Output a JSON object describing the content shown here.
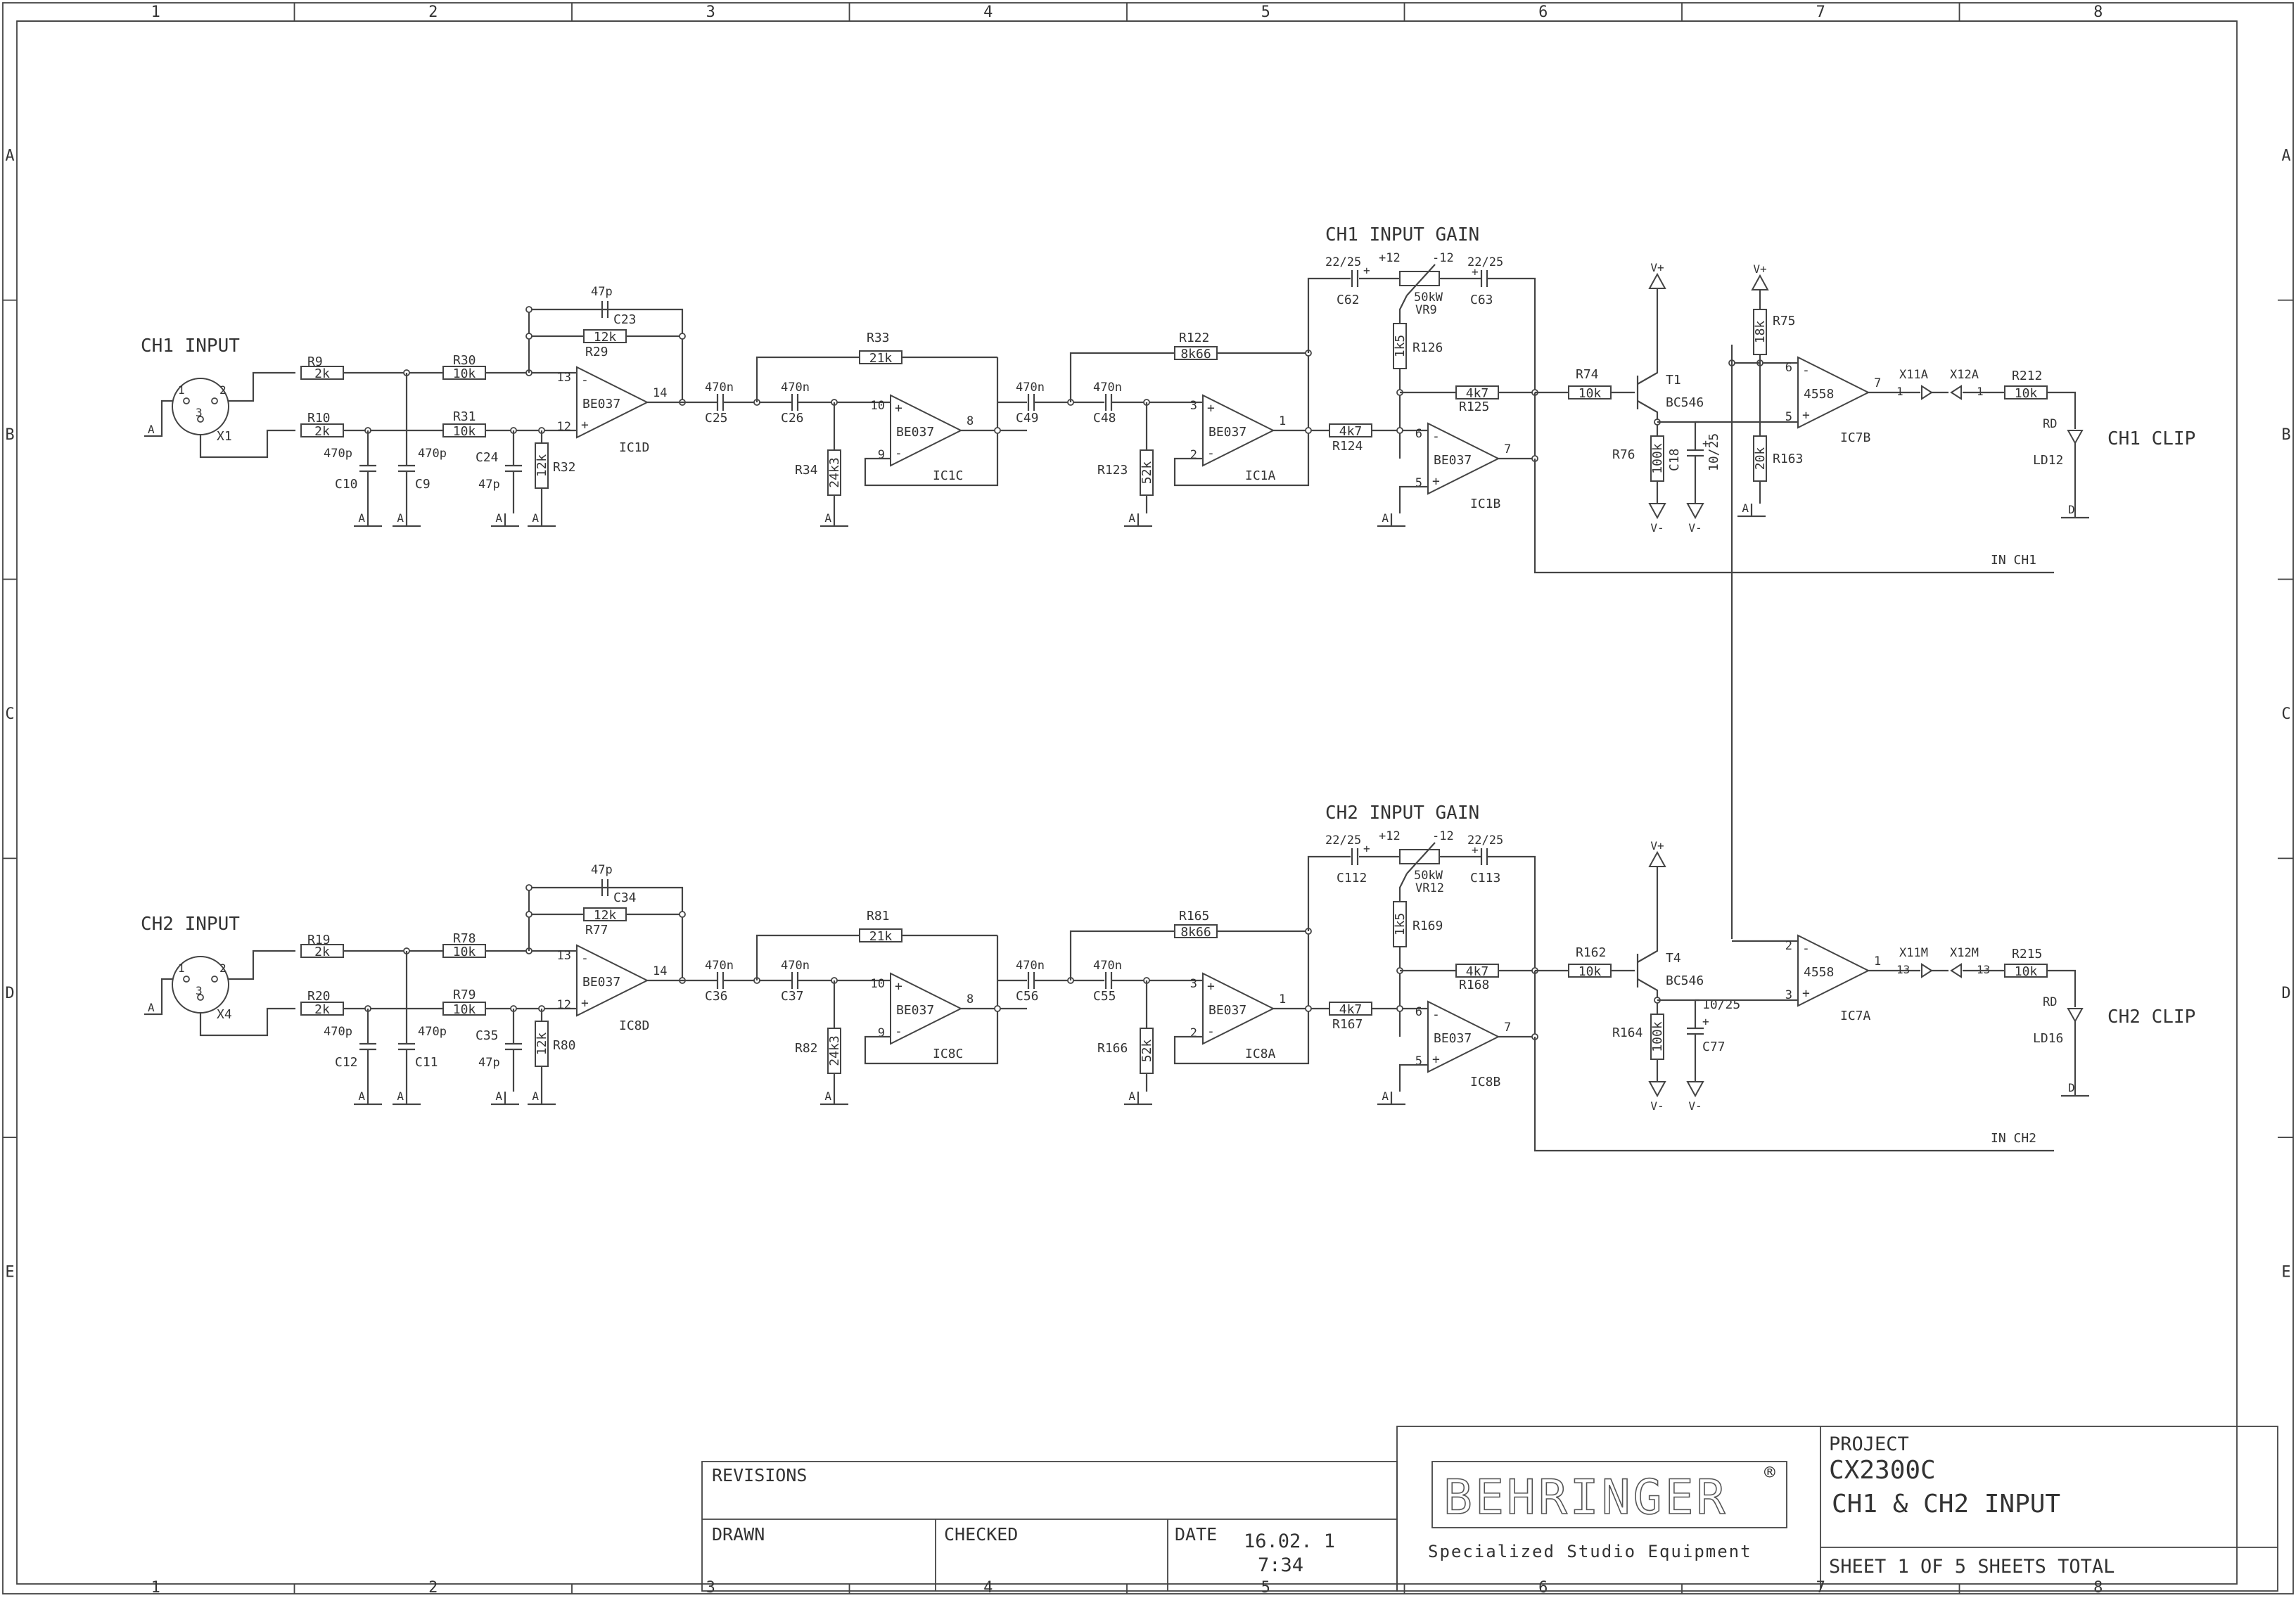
{
  "frame": {
    "columns": [
      "1",
      "2",
      "3",
      "4",
      "5",
      "6",
      "7",
      "8"
    ],
    "rows": [
      "A",
      "B",
      "C",
      "D",
      "E"
    ]
  },
  "title_block": {
    "revisions_label": "REVISIONS",
    "drawn_label": "DRAWN",
    "checked_label": "CHECKED",
    "date_label": "DATE",
    "date_value": "16.02. 1",
    "time_value": "7:34",
    "logo_text": "BEHRINGER",
    "registered_mark": "®",
    "tagline": "Specialized Studio Equipment",
    "project_label": "PROJECT",
    "project_name": "CX2300C",
    "sheet_title": "CH1 & CH2 INPUT",
    "sheet_info": "SHEET 1   OF 5   SHEETS TOTAL"
  },
  "ch1": {
    "section_label": "CH1 INPUT GAIN",
    "input_label": "CH1 INPUT",
    "connector": "X1",
    "in_net": "IN CH1",
    "clip_label": "CH1 CLIP",
    "led": "LD12",
    "led_color": "RD",
    "r_in_a": {
      "ref": "R9",
      "val": "2k"
    },
    "r_in_b": {
      "ref": "R10",
      "val": "2k"
    },
    "c_in_a": {
      "ref": "C10",
      "val": "470p"
    },
    "c_in_b": {
      "ref": "C9",
      "val": "470p"
    },
    "r_s_a": {
      "ref": "R30",
      "val": "10k"
    },
    "r_s_b": {
      "ref": "R31",
      "val": "10k"
    },
    "c_s": {
      "ref": "C24",
      "val": "47p"
    },
    "r_gnd": {
      "ref": "R32",
      "val": "12k"
    },
    "r_fb": {
      "ref": "R29",
      "val": "12k"
    },
    "c_fb": {
      "ref": "C23",
      "val": "47p"
    },
    "op1": {
      "ref": "IC1D",
      "type": "BE037",
      "pin_neg": "13",
      "pin_pos": "12",
      "pin_out": "14"
    },
    "c_cpl1": {
      "ref": "C25",
      "val": "470n"
    },
    "c_cpl2": {
      "ref": "C26",
      "val": "470n"
    },
    "r_hp1": {
      "ref": "R34",
      "val": "24k3"
    },
    "r_fb2": {
      "ref": "R33",
      "val": "21k"
    },
    "op2": {
      "ref": "IC1C",
      "type": "BE037",
      "pin_pos": "10",
      "pin_neg": "9",
      "pin_out": "8"
    },
    "c_cpl3": {
      "ref": "C49",
      "val": "470n"
    },
    "c_cpl4": {
      "ref": "C48",
      "val": "470n"
    },
    "r_hp2": {
      "ref": "R123",
      "val": "52k"
    },
    "r_fb3": {
      "ref": "R122",
      "val": "8k66"
    },
    "op3": {
      "ref": "IC1A",
      "type": "BE037",
      "pin_pos": "3",
      "pin_neg": "2",
      "pin_out": "1"
    },
    "r_ser": {
      "ref": "R124",
      "val": "4k7"
    },
    "c_gain_a": {
      "ref": "C62",
      "val": "22/25"
    },
    "c_gain_b": {
      "ref": "C63",
      "val": "22/25"
    },
    "pot": {
      "ref": "VR9",
      "val": "50kW",
      "plus": "+12",
      "minus": "-12"
    },
    "r_pot": {
      "ref": "R126",
      "val": "1k5"
    },
    "r_fb4": {
      "ref": "R125",
      "val": "4k7"
    },
    "op4": {
      "ref": "IC1B",
      "type": "BE037",
      "pin_pos": "5",
      "pin_neg": "6",
      "pin_out": "7"
    },
    "r_base": {
      "ref": "R74",
      "val": "10k"
    },
    "transistor": {
      "ref": "T1",
      "type": "BC546"
    },
    "r_em": {
      "ref": "R76",
      "val": "100k"
    },
    "c_em": {
      "ref": "C18",
      "val": "10/25"
    },
    "r_up": {
      "ref": "R75",
      "val": "18k"
    },
    "r_dn": {
      "ref": "R163",
      "val": "20k"
    },
    "comp": {
      "ref": "IC7B",
      "type": "4558",
      "pin_neg": "6",
      "pin_pos": "5",
      "pin_out": "7"
    },
    "conn_a": {
      "ref": "X11A",
      "pin": "1"
    },
    "conn_b": {
      "ref": "X12A",
      "pin": "1"
    },
    "r_led": {
      "ref": "R212",
      "val": "10k"
    }
  },
  "ch2": {
    "section_label": "CH2 INPUT GAIN",
    "input_label": "CH2 INPUT",
    "connector": "X4",
    "in_net": "IN CH2",
    "clip_label": "CH2 CLIP",
    "led": "LD16",
    "led_color": "RD",
    "r_in_a": {
      "ref": "R19",
      "val": "2k"
    },
    "r_in_b": {
      "ref": "R20",
      "val": "2k"
    },
    "c_in_a": {
      "ref": "C12",
      "val": "470p"
    },
    "c_in_b": {
      "ref": "C11",
      "val": "470p"
    },
    "r_s_a": {
      "ref": "R78",
      "val": "10k"
    },
    "r_s_b": {
      "ref": "R79",
      "val": "10k"
    },
    "c_s": {
      "ref": "C35",
      "val": "47p"
    },
    "r_gnd": {
      "ref": "R80",
      "val": "12k"
    },
    "r_fb": {
      "ref": "R77",
      "val": "12k"
    },
    "c_fb": {
      "ref": "C34",
      "val": "47p"
    },
    "op1": {
      "ref": "IC8D",
      "type": "BE037",
      "pin_neg": "13",
      "pin_pos": "12",
      "pin_out": "14"
    },
    "c_cpl1": {
      "ref": "C36",
      "val": "470n"
    },
    "c_cpl2": {
      "ref": "C37",
      "val": "470n"
    },
    "r_hp1": {
      "ref": "R82",
      "val": "24k3"
    },
    "r_fb2": {
      "ref": "R81",
      "val": "21k"
    },
    "op2": {
      "ref": "IC8C",
      "type": "BE037",
      "pin_pos": "10",
      "pin_neg": "9",
      "pin_out": "8"
    },
    "c_cpl3": {
      "ref": "C56",
      "val": "470n"
    },
    "c_cpl4": {
      "ref": "C55",
      "val": "470n"
    },
    "r_hp2": {
      "ref": "R166",
      "val": "52k"
    },
    "r_fb3": {
      "ref": "R165",
      "val": "8k66"
    },
    "op3": {
      "ref": "IC8A",
      "type": "BE037",
      "pin_pos": "3",
      "pin_neg": "2",
      "pin_out": "1"
    },
    "r_ser": {
      "ref": "R167",
      "val": "4k7"
    },
    "c_gain_a": {
      "ref": "C112",
      "val": "22/25"
    },
    "c_gain_b": {
      "ref": "C113",
      "val": "22/25"
    },
    "pot": {
      "ref": "VR12",
      "val": "50kW",
      "plus": "+12",
      "minus": "-12"
    },
    "r_pot": {
      "ref": "R169",
      "val": "1k5"
    },
    "r_fb4": {
      "ref": "R168",
      "val": "4k7"
    },
    "op4": {
      "ref": "IC8B",
      "type": "BE037",
      "pin_pos": "5",
      "pin_neg": "6",
      "pin_out": "7"
    },
    "r_base": {
      "ref": "R162",
      "val": "10k"
    },
    "transistor": {
      "ref": "T4",
      "type": "BC546"
    },
    "r_em": {
      "ref": "R164",
      "val": "100k"
    },
    "c_em": {
      "ref": "C77",
      "val": "10/25"
    },
    "comp": {
      "ref": "IC7A",
      "type": "4558",
      "pin_neg": "2",
      "pin_pos": "3",
      "pin_out": "1"
    },
    "conn_a": {
      "ref": "X11M",
      "pin": "13"
    },
    "conn_b": {
      "ref": "X12M",
      "pin": "13"
    },
    "r_led": {
      "ref": "R215",
      "val": "10k"
    }
  },
  "nets": {
    "ground": "A",
    "led_ground": "D",
    "vplus": "V+",
    "vminus": "V-",
    "xlr_pins": [
      "1",
      "2",
      "3"
    ]
  }
}
